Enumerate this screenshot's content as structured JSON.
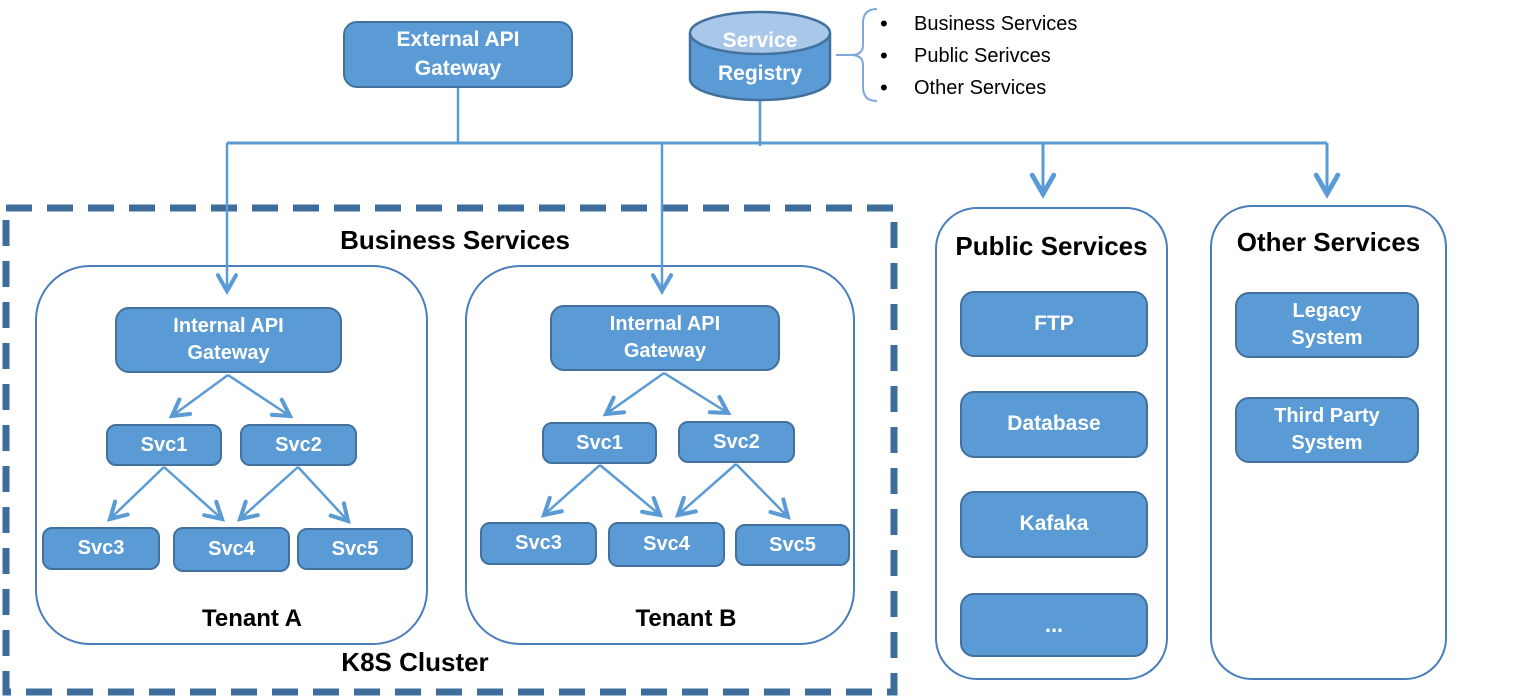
{
  "top": {
    "external_gateway_label": "External API\nGateway",
    "service_registry_label": "Service\nRegistry"
  },
  "legend": {
    "items": [
      "Business Services",
      "Public Serivces",
      "Other Services"
    ]
  },
  "k8s": {
    "cluster_label": "K8S Cluster",
    "business_title": "Business Services",
    "tenants": [
      {
        "label": "Tenant A",
        "gateway_label": "Internal API\nGateway",
        "services": [
          "Svc1",
          "Svc2",
          "Svc3",
          "Svc4",
          "Svc5"
        ]
      },
      {
        "label": "Tenant B",
        "gateway_label": "Internal API\nGateway",
        "services": [
          "Svc1",
          "Svc2",
          "Svc3",
          "Svc4",
          "Svc5"
        ]
      }
    ]
  },
  "public_services": {
    "title": "Public Services",
    "items": [
      "FTP",
      "Database",
      "Kafaka",
      "..."
    ]
  },
  "other_services": {
    "title": "Other Services",
    "items": [
      "Legacy\nSystem",
      "Third Party\nSystem"
    ]
  },
  "colors": {
    "node_fill": "#5B9BD5",
    "node_border": "#41719C",
    "connector": "#5B9BD5",
    "container_border": "#4A7EBB",
    "dashed_border": "#3E6D9C",
    "cylinder_top": "#A9C7E9",
    "text_on_node": "#FFFFFF",
    "title_text": "#000000"
  }
}
